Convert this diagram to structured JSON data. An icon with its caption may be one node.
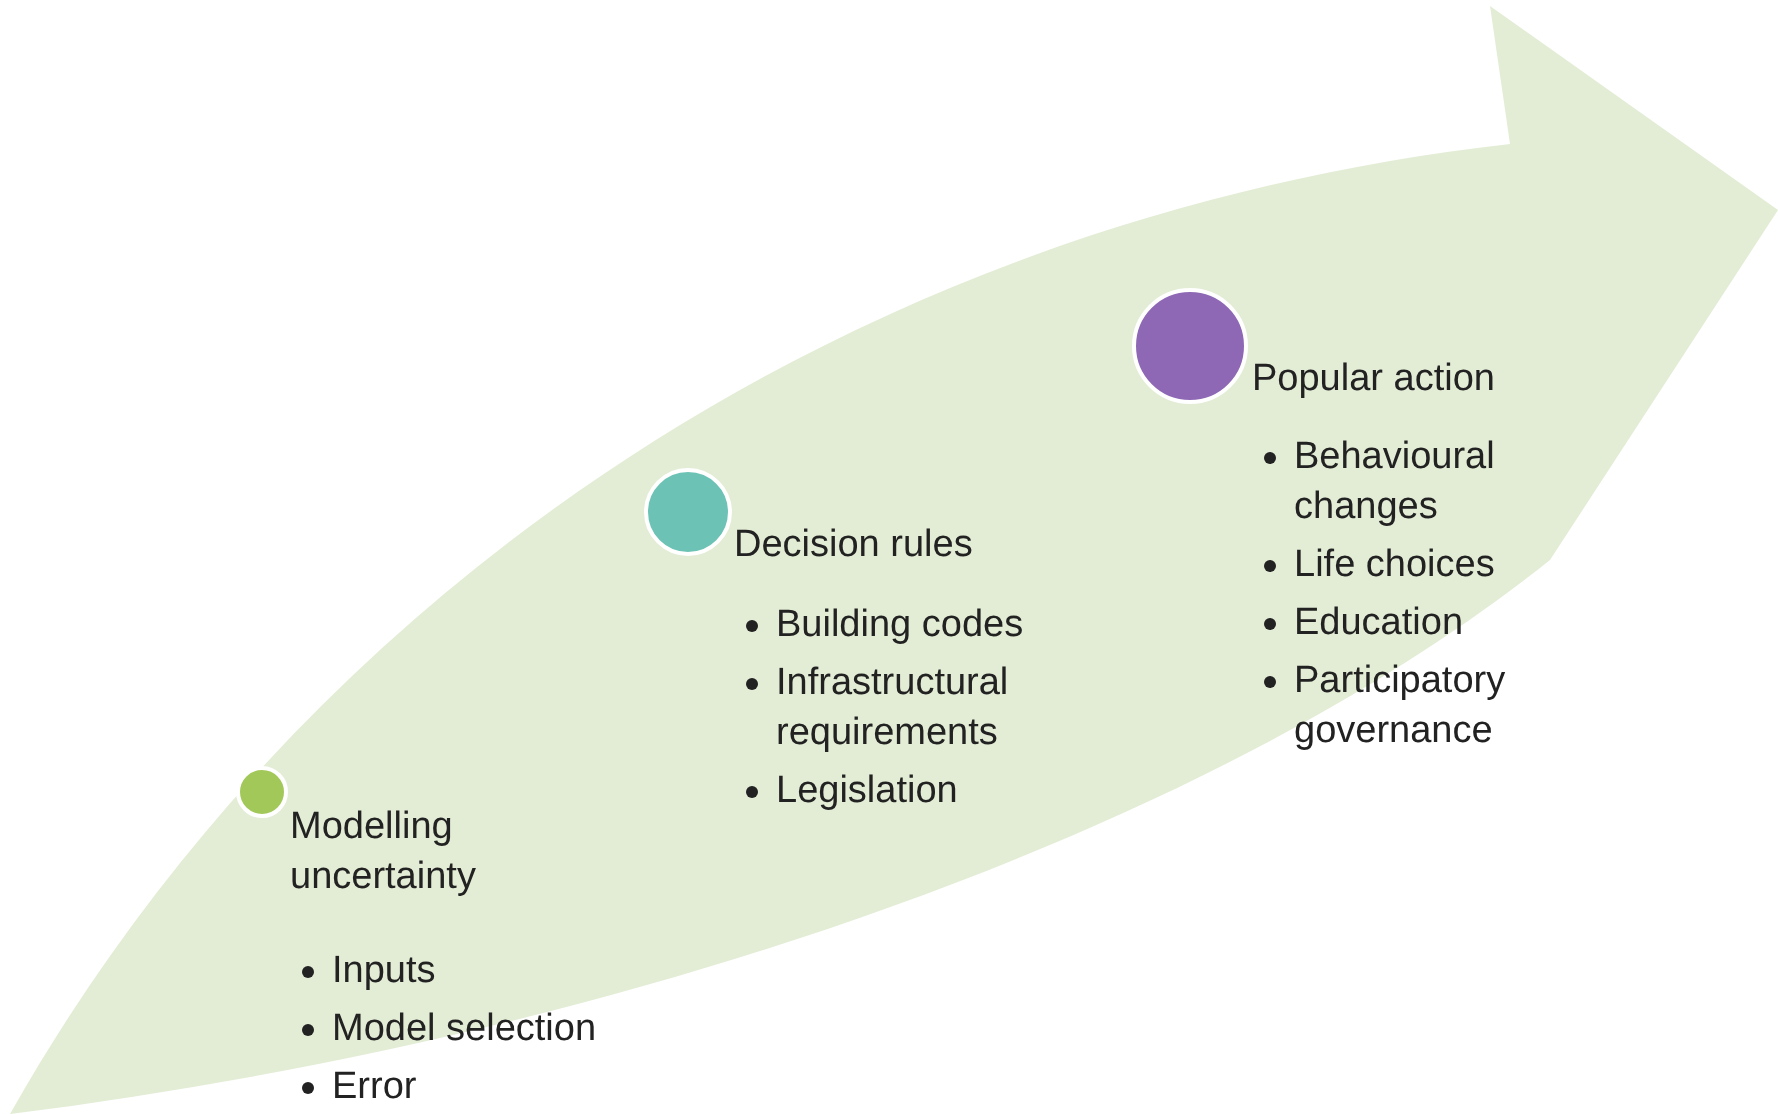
{
  "diagram": {
    "nodes": [
      {
        "text": [
          "Modelling uncertainty",
          "Inputs",
          "Model selection",
          "Error"
        ]
      },
      {
        "text": [
          "Decision rules",
          "Building codes",
          "Infrastructural requirements",
          "Legislation"
        ]
      },
      {
        "text": [
          "Popular action",
          "Behavioural changes",
          "Life choices",
          "Education",
          "Participatory governance"
        ]
      }
    ]
  }
}
